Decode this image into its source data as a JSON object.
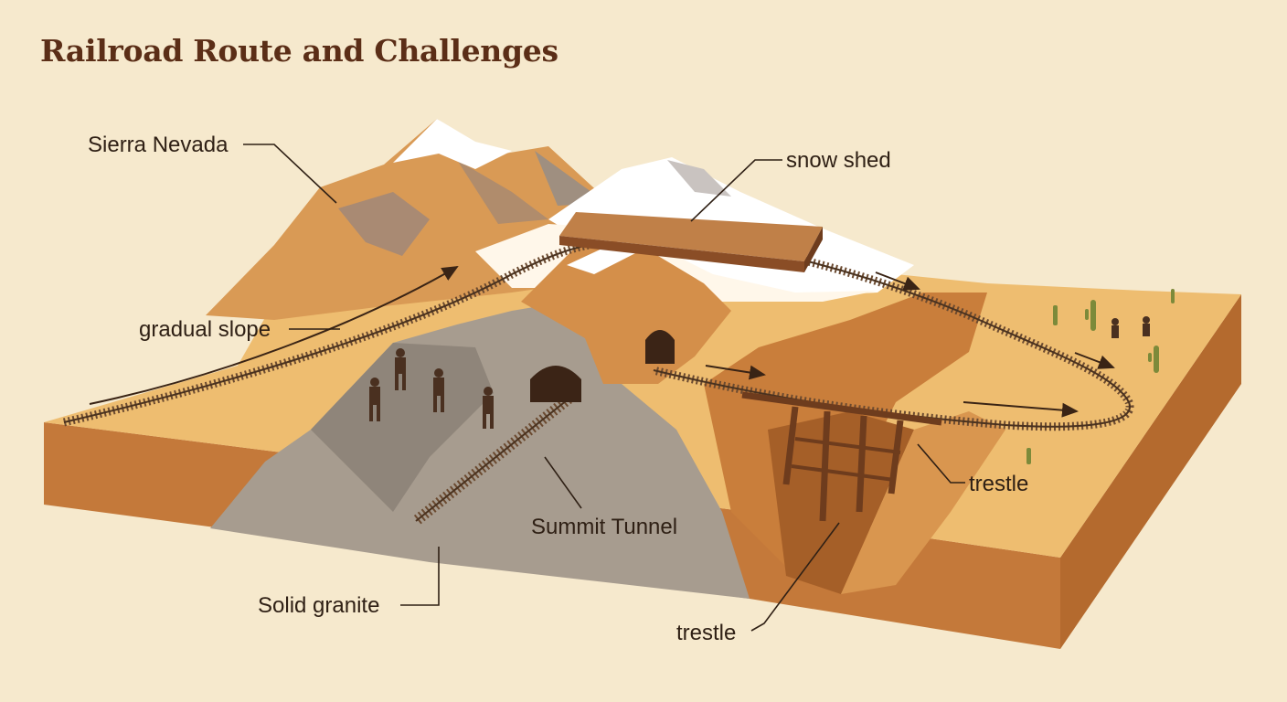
{
  "title": "Railroad Route and Challenges",
  "labels": {
    "sierra_nevada": "Sierra Nevada",
    "snow_shed": "snow shed",
    "gradual_slope": "gradual slope",
    "summit_tunnel": "Summit Tunnel",
    "solid_granite": "Solid granite",
    "trestle_right": "trestle",
    "trestle_bottom": "trestle"
  },
  "colors": {
    "background": "#f6e9cd",
    "ground_top": "#eebd70",
    "ground_side": "#c4793a",
    "mountain": "#d99a55",
    "granite": "#a79c8f",
    "snow": "#ffffff",
    "wood": "#8a4d26",
    "title": "#5b2e17",
    "text": "#2f2015"
  },
  "icons": [
    "mountain",
    "snow-shed",
    "tunnel-portal",
    "trestle-bridge",
    "rail-track",
    "worker-figure",
    "cactus",
    "direction-arrow"
  ]
}
